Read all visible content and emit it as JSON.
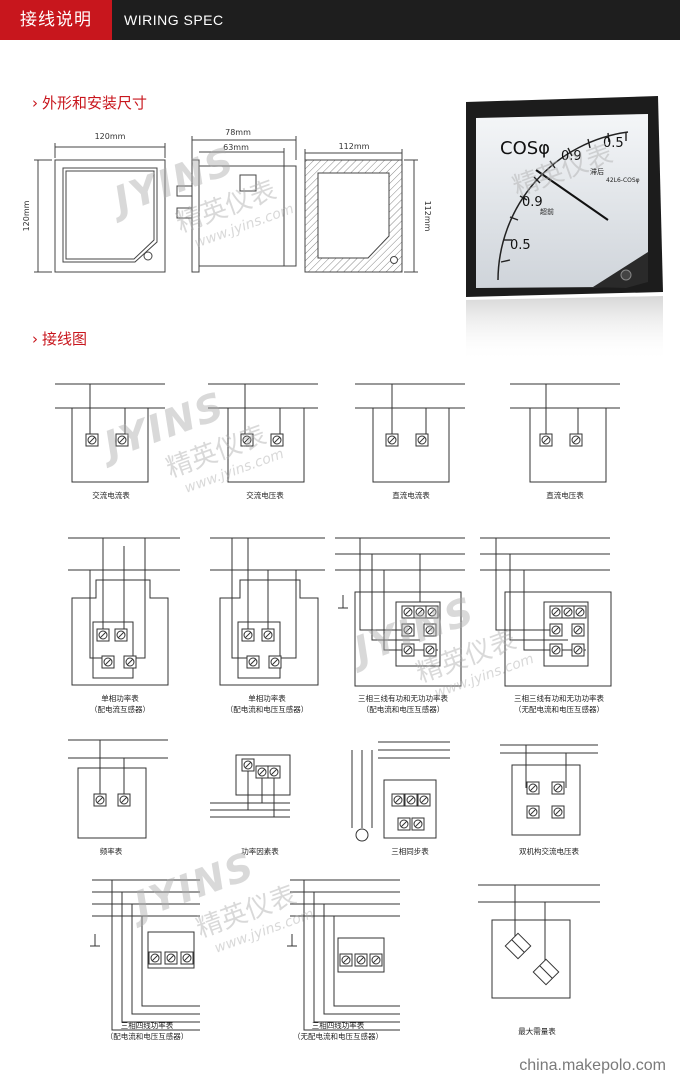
{
  "header": {
    "cn_title": "接线说明",
    "en_title": "WIRING SPEC"
  },
  "sections": {
    "dimensions": "外形和安装尺寸",
    "wiring": "接线图"
  },
  "dimensions": {
    "front_width": "120mm",
    "front_height": "120mm",
    "side_total": "78mm",
    "side_body": "63mm",
    "cutout_width": "112mm",
    "cutout_height": "112mm"
  },
  "meter": {
    "label": "COSφ",
    "scale_top_left": "0.9",
    "scale_top_right": "0.5",
    "scale_mid": "0.9",
    "scale_bottom": "0.5",
    "model": "42L6-COSφ",
    "lead": "滞后",
    "lag": "超前"
  },
  "watermark": {
    "logo": "JYINS",
    "cn": "精英仪表",
    "url": "www.jyins.com"
  },
  "diagrams": {
    "row1": [
      "交流电流表",
      "交流电压表",
      "直流电流表",
      "直流电压表"
    ],
    "row2": [
      {
        "line1": "单相功率表",
        "line2": "（配电流互感器）"
      },
      {
        "line1": "单相功率表",
        "line2": "（配电流和电压互感器）"
      },
      {
        "line1": "三相三线有功和无功功率表",
        "line2": "（配电流和电压互感器）"
      },
      {
        "line1": "三相三线有功和无功功率表",
        "line2": "（无配电流和电压互感器）"
      }
    ],
    "row3": [
      "频率表",
      "功率因素表",
      "三相同步表",
      "双机构交流电压表"
    ],
    "row4": [
      {
        "line1": "三相四线功率表",
        "line2": "（配电流和电压互感器）"
      },
      {
        "line1": "三相四线功率表",
        "line2": "（无配电流和电压互感器）"
      },
      {
        "line1": "最大需量表",
        "line2": ""
      }
    ]
  },
  "footer": "china.makepolo.com"
}
